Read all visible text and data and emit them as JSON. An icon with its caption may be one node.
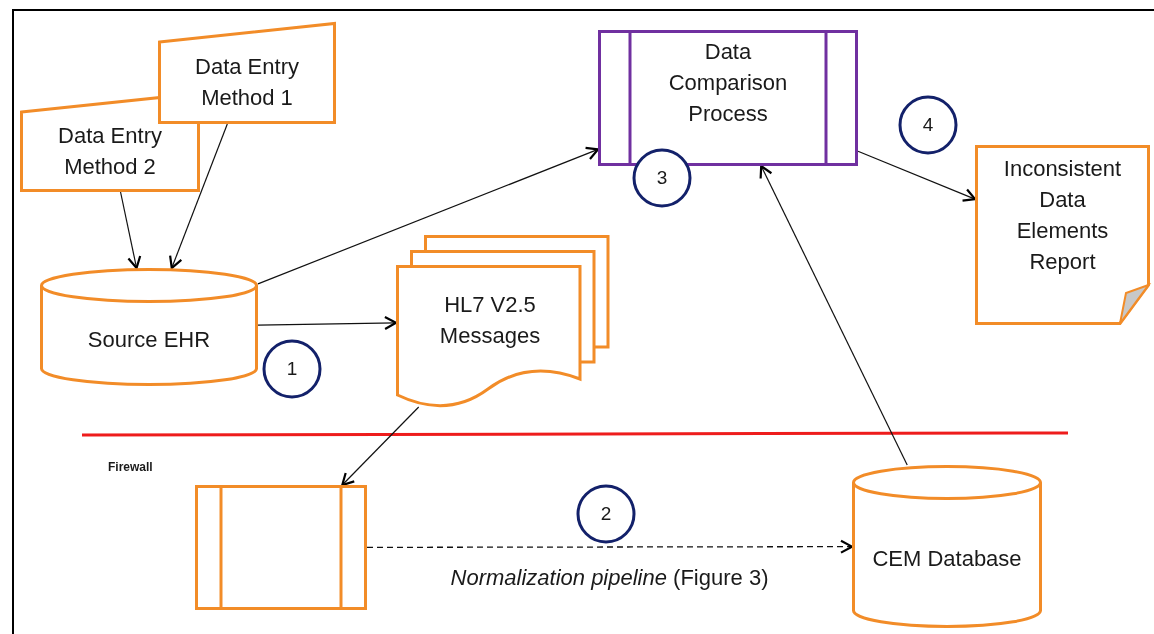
{
  "diagram": {
    "nodes": [
      {
        "text": [
          "Data Entry Method 2"
        ]
      },
      {
        "text": [
          "Data Entry Method 1"
        ]
      },
      {
        "text": [
          "Source EHR"
        ]
      },
      {
        "text": [
          "HL7 V2.5 Messages"
        ]
      },
      {
        "text": [
          "Data Comparison Process"
        ]
      },
      {
        "text": [
          "Inconsistent Data Elements Report"
        ]
      },
      {
        "text": [],
        "shape": "box"
      },
      {
        "text": [
          "CEM Database"
        ]
      },
      {
        "text": [
          "1"
        ]
      },
      {
        "text": [
          "2"
        ]
      },
      {
        "text": [
          "3"
        ]
      },
      {
        "text": [
          "4"
        ]
      }
    ],
    "edges": [
      {
        "from": 0,
        "to": 2,
        "arrow": "to"
      },
      {
        "from": 1,
        "to": 2,
        "arrow": "to"
      },
      {
        "from": 2,
        "to": 4,
        "arrow": "to"
      },
      {
        "from": 2,
        "to": 3,
        "arrow": "to"
      },
      {
        "from": 3,
        "to": 6,
        "arrow": "to"
      },
      {
        "from": 6,
        "to": 7,
        "arrow": "to",
        "style": "dashed",
        "label": "*Normalization pipeline* (Figure 3)"
      },
      {
        "from": 7,
        "to": 4,
        "arrow": "to"
      },
      {
        "from": 4,
        "to": 5,
        "arrow": "to"
      }
    ],
    "labels": [
      "Firewall"
    ]
  }
}
